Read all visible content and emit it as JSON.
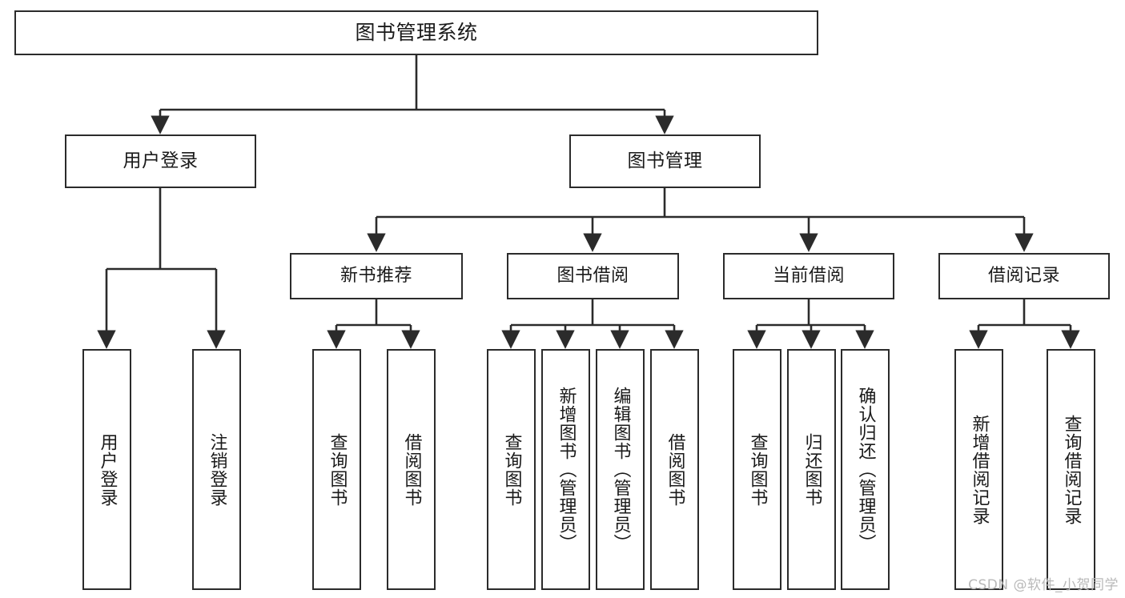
{
  "diagram": {
    "title": "图书管理系统",
    "type": "tree-hierarchy",
    "watermark": "CSDN @软件_小贺同学",
    "colors": {
      "stroke": "#2b2b2b",
      "fill": "#ffffff",
      "text": "#1a1a1a",
      "watermark": "#b9b9b9"
    },
    "nodes": {
      "root": {
        "label": "图书管理系统"
      },
      "level1": [
        {
          "label": "用户登录"
        },
        {
          "label": "图书管理"
        }
      ],
      "level2": [
        {
          "label": "新书推荐"
        },
        {
          "label": "图书借阅"
        },
        {
          "label": "当前借阅"
        },
        {
          "label": "借阅记录"
        }
      ],
      "leaves_user_login": [
        {
          "label": "用户登录"
        },
        {
          "label": "注销登录"
        }
      ],
      "leaves_new_books": [
        {
          "label": "查询图书"
        },
        {
          "label": "借阅图书"
        }
      ],
      "leaves_borrow": [
        {
          "label": "查询图书"
        },
        {
          "label": "新增图书（管理员）"
        },
        {
          "label": "编辑图书（管理员）"
        },
        {
          "label": "借阅图书"
        }
      ],
      "leaves_current": [
        {
          "label": "查询图书"
        },
        {
          "label": "归还图书"
        },
        {
          "label": "确认归还（管理员）"
        }
      ],
      "leaves_records": [
        {
          "label": "新增借阅记录"
        },
        {
          "label": "查询借阅记录"
        }
      ]
    }
  }
}
